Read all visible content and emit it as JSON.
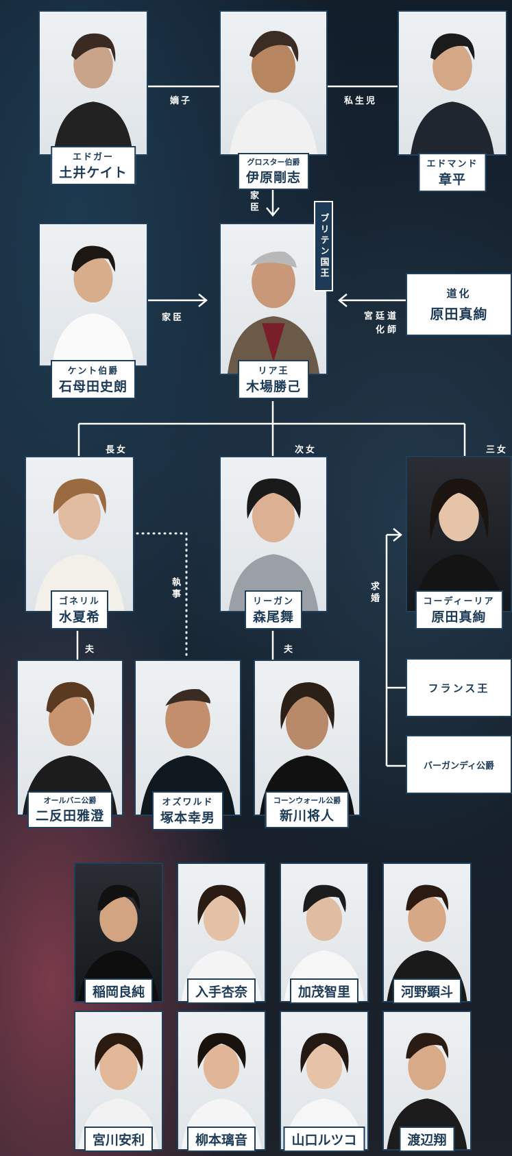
{
  "principals": [
    {
      "id": "edgar",
      "role": "エドガー",
      "name": "土井ケイト"
    },
    {
      "id": "gloucester",
      "role": "グロスター伯爵",
      "name": "伊原剛志"
    },
    {
      "id": "edmund",
      "role": "エドマンド",
      "name": "章平"
    },
    {
      "id": "kent",
      "role": "ケント伯爵",
      "name": "石母田史朗"
    },
    {
      "id": "lear",
      "role": "リア王",
      "name": "木場勝己"
    },
    {
      "id": "goneril",
      "role": "ゴネリル",
      "name": "水夏希"
    },
    {
      "id": "regan",
      "role": "リーガン",
      "name": "森尾舞"
    },
    {
      "id": "cordelia",
      "role": "コーディーリア",
      "name": "原田真絢"
    },
    {
      "id": "albany",
      "role": "オールバニ公爵",
      "name": "二反田雅澄"
    },
    {
      "id": "oswald",
      "role": "オズワルド",
      "name": "塚本幸男"
    },
    {
      "id": "cornwall",
      "role": "コーンウォール公爵",
      "name": "新川将人"
    }
  ],
  "king_title": "ブリテン国王",
  "fool_box": {
    "role": "道化",
    "name": "原田真絢"
  },
  "france_box": {
    "role": "フランス王"
  },
  "burgundy_box": {
    "role": "バーガンディ公爵"
  },
  "relations": {
    "legit_son": "嫡子",
    "illegit_son": "私生児",
    "retainer_v": "家臣",
    "retainer_h": "家臣",
    "court_jester": "宮廷道化師",
    "eldest": "長女",
    "second": "次女",
    "third": "三女",
    "steward": "執事",
    "courtship": "求婚",
    "husband_a": "夫",
    "husband_b": "夫"
  },
  "ensemble": [
    "稲岡良純",
    "入手杏奈",
    "加茂智里",
    "河野顕斗",
    "宮川安利",
    "柳本璃音",
    "山口ルツコ",
    "渡辺翔"
  ]
}
